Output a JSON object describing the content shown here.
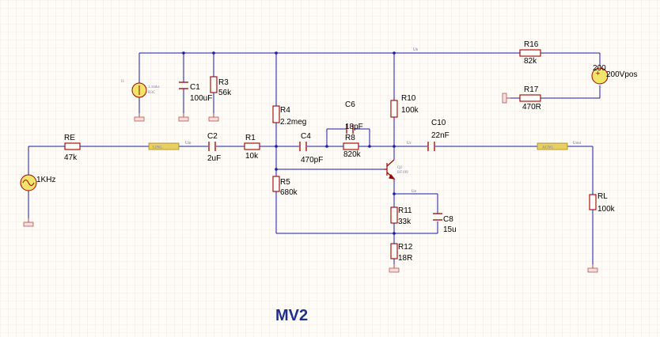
{
  "title": "MV2",
  "colors": {
    "wire": "#1a1aa8",
    "comp": "#a00000",
    "ground": "#b04040",
    "grid": "#efd9d9",
    "title": "#1f2f8f",
    "netlabel": "#e8d060"
  },
  "components": {
    "re": {
      "ref": "RE",
      "value": "47k"
    },
    "r1": {
      "ref": "R1",
      "value": "10k"
    },
    "c2": {
      "ref": "C2",
      "value": "2uF"
    },
    "r3": {
      "ref": "R3",
      "value": "56k"
    },
    "c1": {
      "ref": "C1",
      "value": "100uF"
    },
    "r4": {
      "ref": "R4",
      "value": "2.2meg"
    },
    "c4": {
      "ref": "C4",
      "value": "470pF"
    },
    "c6": {
      "ref": "C6",
      "value": "18pF"
    },
    "r8": {
      "ref": "R8",
      "value": "820k"
    },
    "r5": {
      "ref": "R5",
      "value": "680k"
    },
    "r10": {
      "ref": "R10",
      "value": "100k"
    },
    "c10": {
      "ref": "C10",
      "value": "22nF"
    },
    "r11": {
      "ref": "R11",
      "value": "33k"
    },
    "c8": {
      "ref": "C8",
      "value": "15u"
    },
    "r12": {
      "ref": "R12",
      "value": "18R"
    },
    "rl": {
      "ref": "RL",
      "value": "100k"
    },
    "r16": {
      "ref": "R16",
      "value": "82k"
    },
    "r17": {
      "ref": "R17",
      "value": "470R"
    },
    "q2": {
      "ref": "Q2",
      "value": "BF199"
    },
    "vsrc": {
      "value": "1KHz"
    },
    "vpos": {
      "value": "200",
      "label": "200Vpos"
    },
    "isrc": {
      "ref": "I1",
      "value": "1.1mks",
      "sub": "R3C"
    }
  },
  "netlabels": {
    "in": "LING",
    "out": "ACNG"
  },
  "nets": {
    "uin": "Uin",
    "ub": "Ub",
    "uc": "Uc",
    "ue": "Ue",
    "uout": "Uout"
  },
  "ground_label": "GND"
}
